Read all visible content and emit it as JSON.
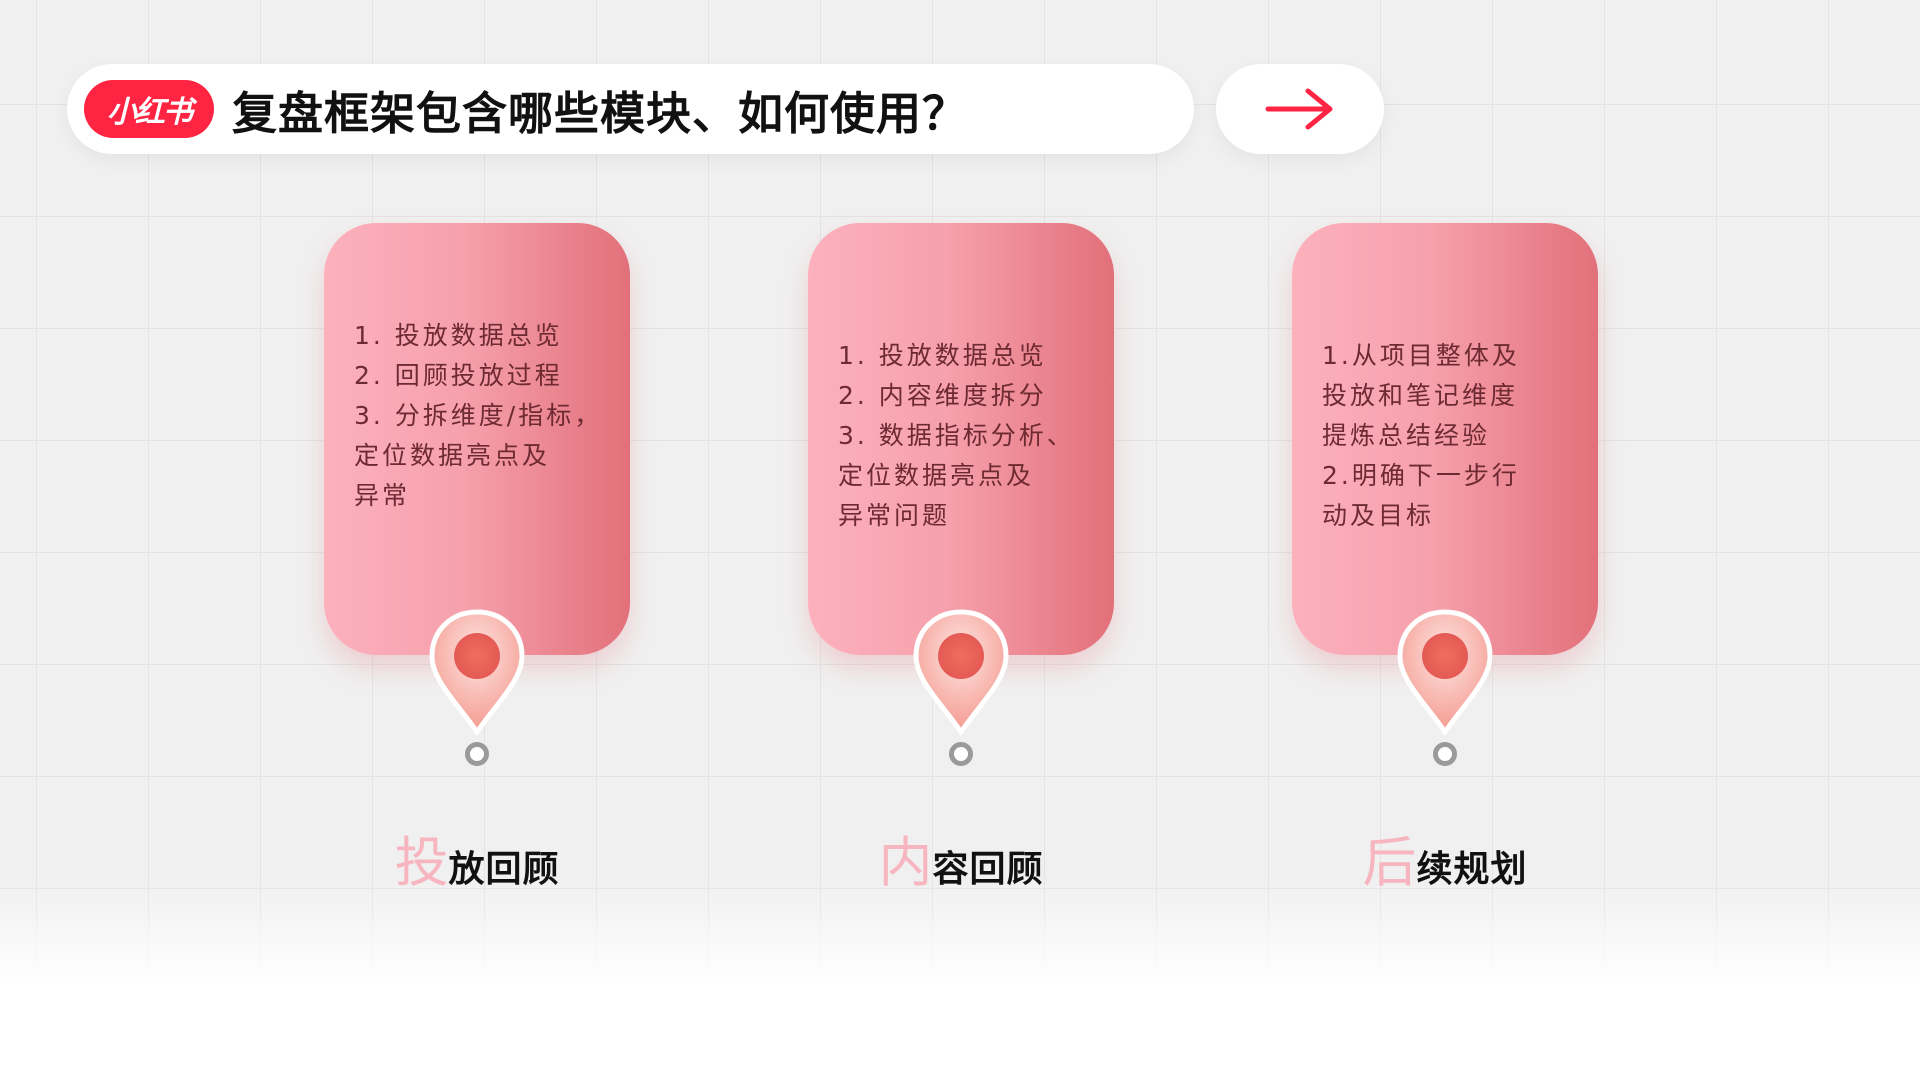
{
  "header": {
    "logo_text": "小红书",
    "title": "复盘框架包含哪些模块、如何使用？",
    "next_icon": "arrow-right-icon",
    "accent_color": "#ff2442"
  },
  "modules": [
    {
      "lines": [
        "1. 投放数据总览",
        "2. 回顾投放过程",
        "3. 分拆维度/指标，",
        "定位数据亮点及",
        "异常"
      ],
      "title_first_char": "投",
      "title_rest": "放回顾"
    },
    {
      "lines": [
        "1. 投放数据总览",
        "2. 内容维度拆分",
        "3. 数据指标分析、",
        "定位数据亮点及",
        "异常问题"
      ],
      "title_first_char": "内",
      "title_rest": "容回顾"
    },
    {
      "lines": [
        "1.从项目整体及",
        "投放和笔记维度",
        "提炼总结经验",
        "2.明确下一步行",
        "动及目标"
      ],
      "title_first_char": "后",
      "title_rest": "续规划"
    }
  ],
  "colors": {
    "card_light": "#fcb1bd",
    "card_dark": "#e2707a",
    "pin_center": "#eb6a5c"
  }
}
